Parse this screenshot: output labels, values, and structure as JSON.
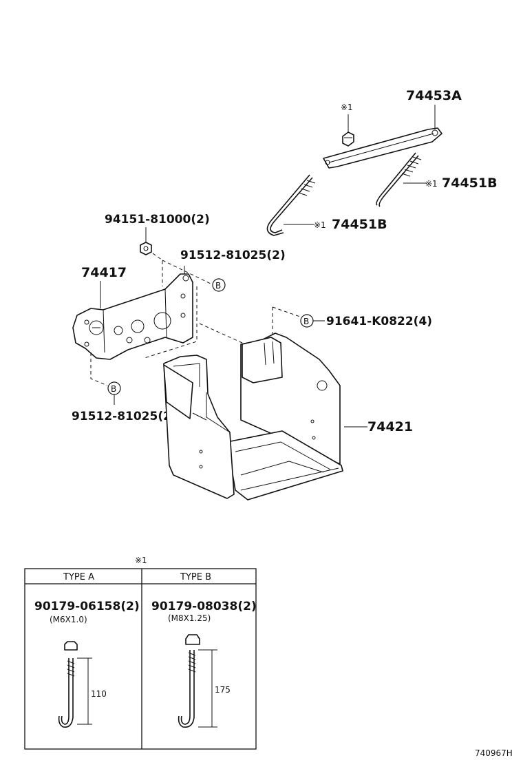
{
  "parts": {
    "p74453A": "74453A",
    "p74451B_right": "74451B",
    "p74451B_left": "74451B",
    "p94151": "94151-81000(2)",
    "p91512_top": "91512-81025(2)",
    "p74417": "74417",
    "p91641": "91641-K0822(4)",
    "p91512_bottom": "91512-81025(2)",
    "p74421": "74421"
  },
  "marks": {
    "ref1": "※1",
    "ref1_short": "※1",
    "bubble_b": "B"
  },
  "table": {
    "title": "※1",
    "col_a": {
      "header": "TYPE A",
      "part": "90179-06158(2)",
      "spec": "(M6X1.0)",
      "length": "110"
    },
    "col_b": {
      "header": "TYPE B",
      "part": "90179-08038(2)",
      "spec": "(M8X1.25)",
      "length": "175"
    }
  },
  "figure_code": "740967H"
}
